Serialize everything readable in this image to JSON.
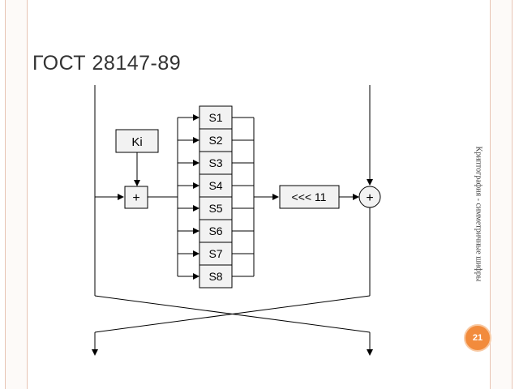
{
  "slide": {
    "title": "ГОСТ 28147-89",
    "side_caption": "Криптография - симметричные шифры",
    "page_number": "21"
  },
  "diagram": {
    "key_label": "Ki",
    "adder_label": "+",
    "xor_label": "+",
    "sboxes": [
      "S1",
      "S2",
      "S3",
      "S4",
      "S5",
      "S6",
      "S7",
      "S8"
    ],
    "shift_label": "<<< 11"
  },
  "colors": {
    "frame": "#e8c4b4",
    "badge": "#f28b3c",
    "block_fill": "#f2f2f2"
  }
}
